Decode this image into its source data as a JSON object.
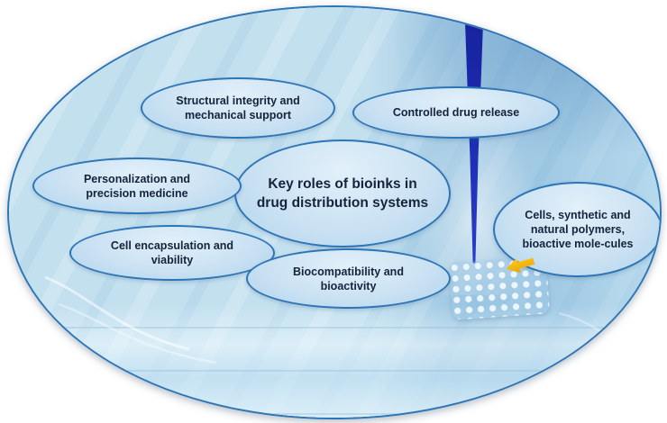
{
  "diagram": {
    "central": {
      "title": "Key roles of bioinks in drug distribution systems"
    },
    "nodes": [
      {
        "id": "structural-integrity",
        "label": "Structural integrity and mechanical support"
      },
      {
        "id": "controlled-drug-release",
        "label": "Controlled drug release"
      },
      {
        "id": "personalization",
        "label": "Personalization and precision medicine"
      },
      {
        "id": "cell-encapsulation",
        "label": "Cell encapsulation and viability"
      },
      {
        "id": "biocompatibility",
        "label": "Biocompatibility and bioactivity"
      },
      {
        "id": "polymers",
        "label": "Cells, synthetic and natural polymers, bioactive mole-cules"
      }
    ],
    "colors": {
      "bubble_border": "#2e75b6",
      "bubble_fill": "#cbe2f3",
      "text": "#16233c",
      "arrow_accent": "#f2b200",
      "pipette": "#1e2fb4"
    }
  }
}
